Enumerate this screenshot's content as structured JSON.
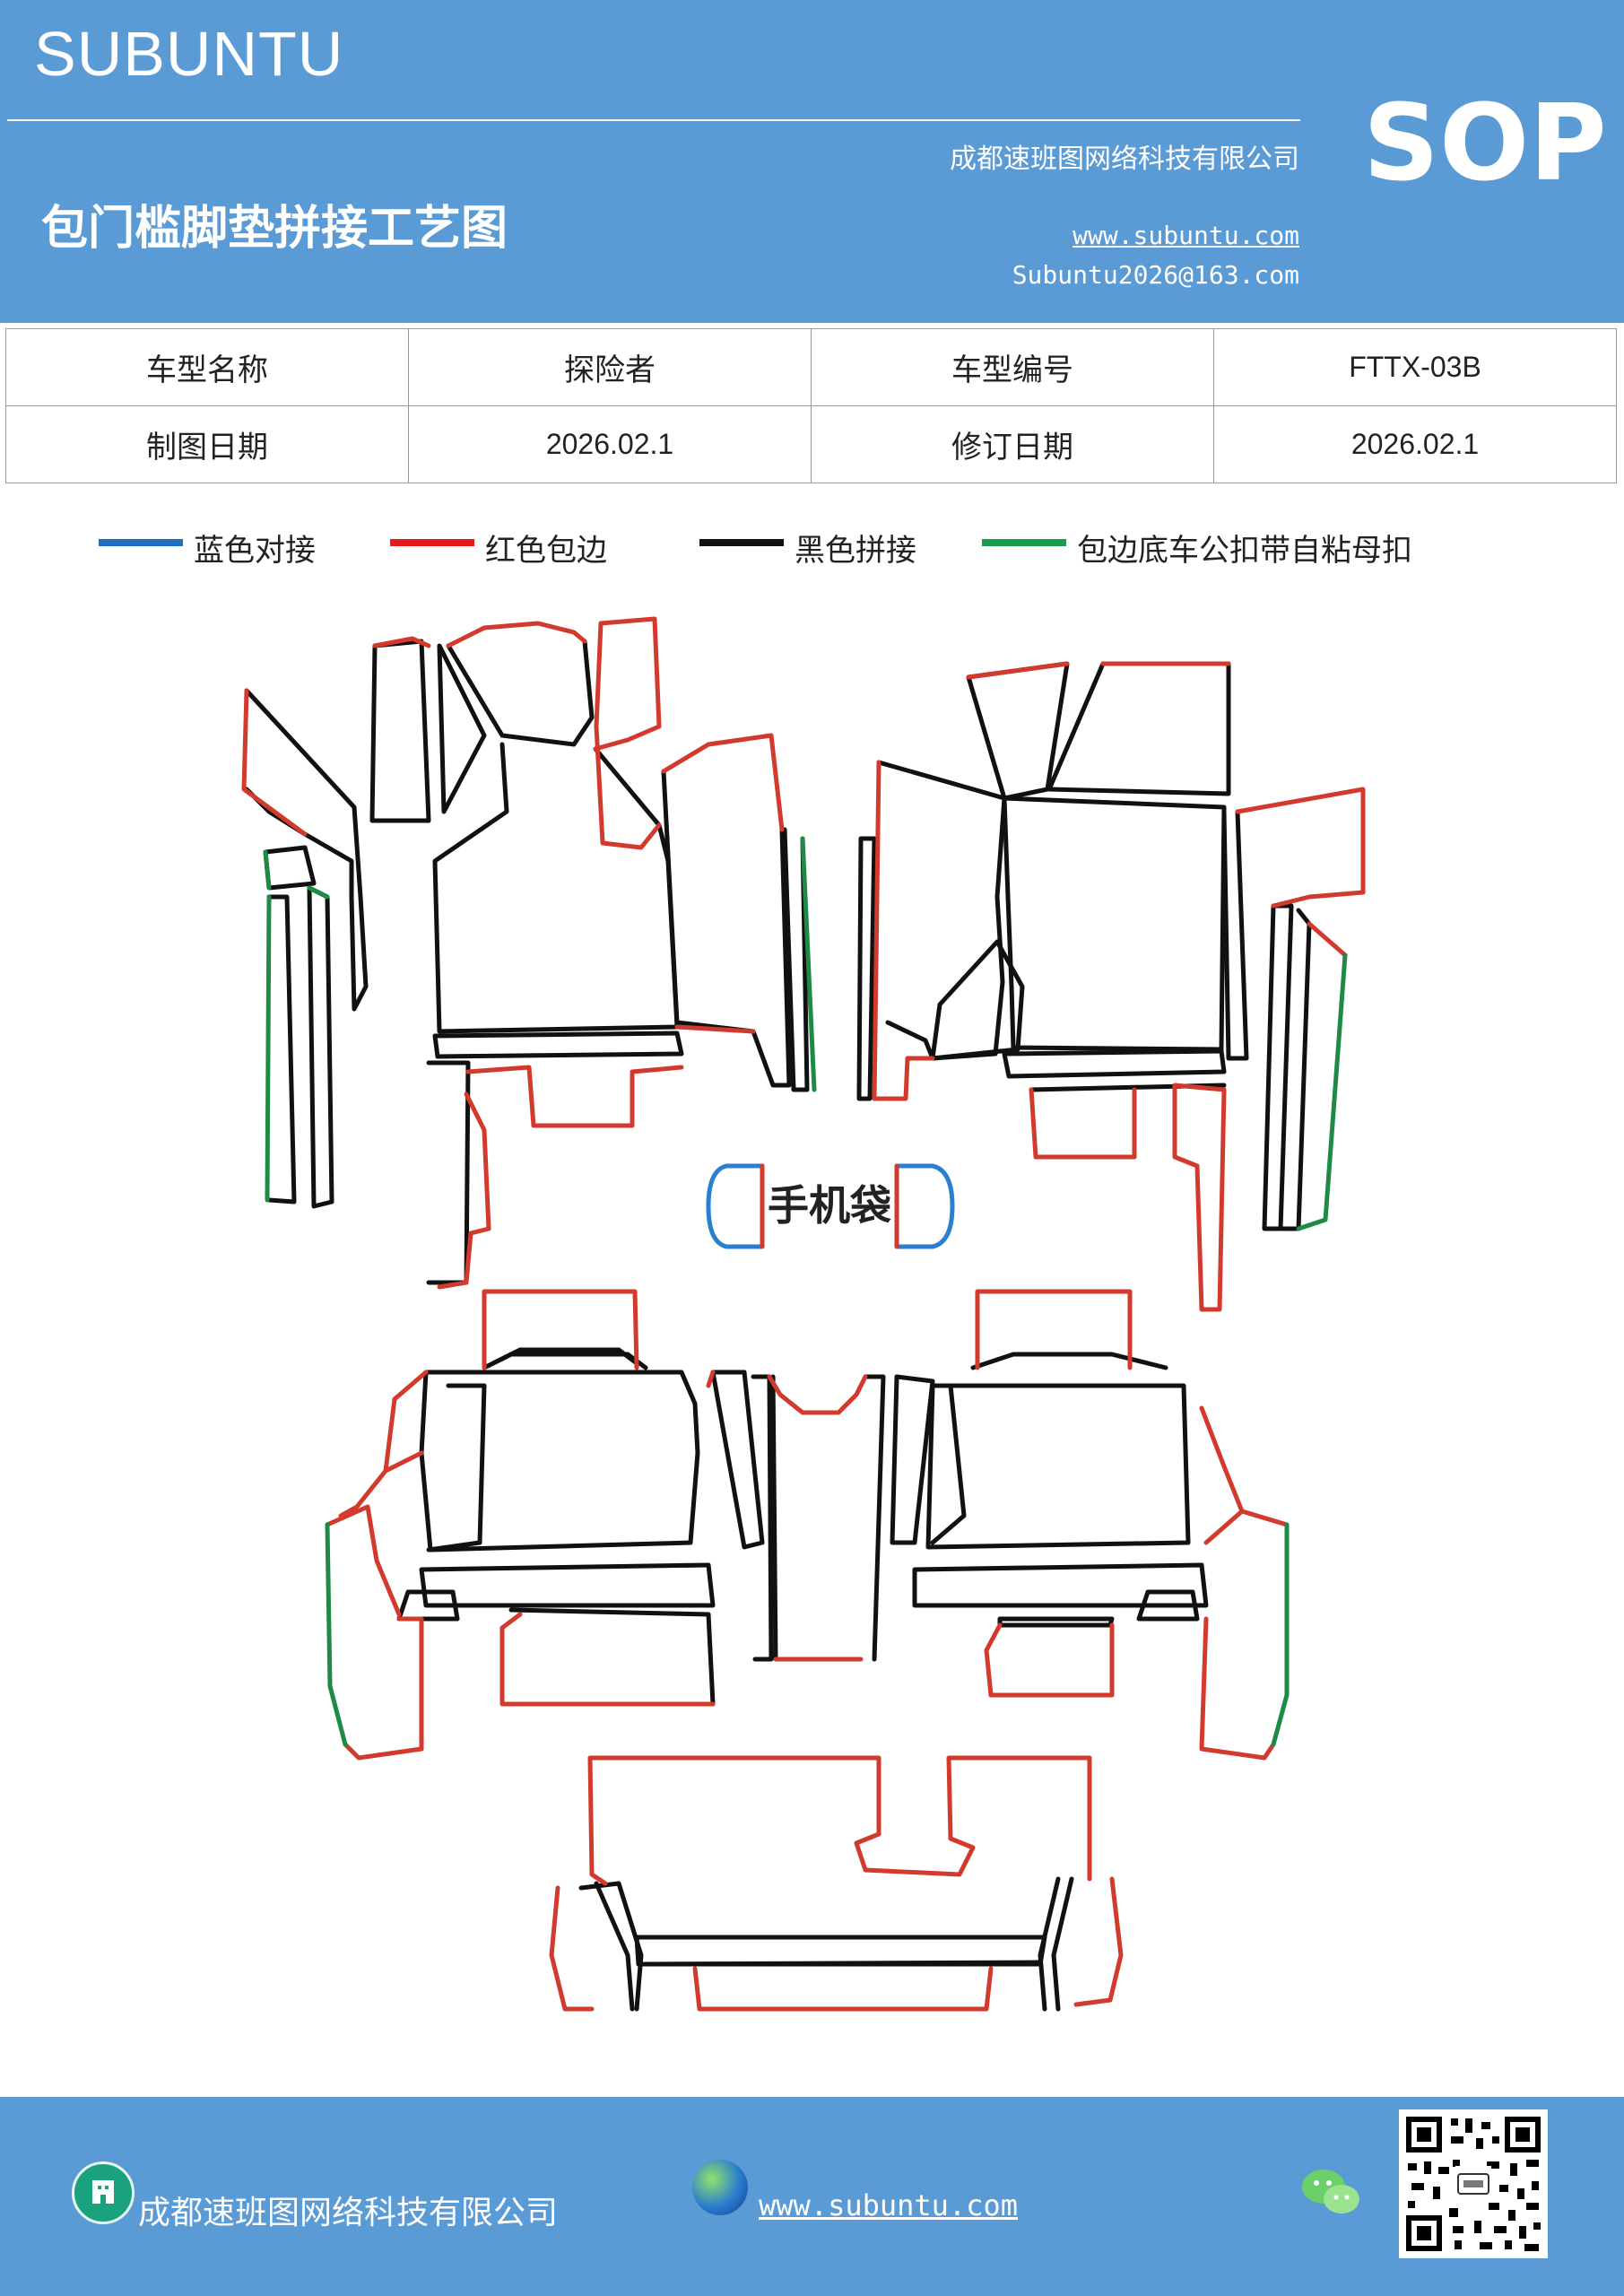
{
  "header": {
    "brand": "SUBUNTU",
    "badge": "SOP",
    "title": "包门槛脚垫拼接工艺图",
    "company": "成都速班图网络科技有限公司",
    "website": "www.subuntu.com",
    "email": "Subuntu2026@163.com"
  },
  "info_table": {
    "model_name_label": "车型名称",
    "model_name_value": "探险者",
    "model_code_label": "车型编号",
    "model_code_value": "FTTX-03B",
    "draw_date_label": "制图日期",
    "draw_date_value": "2026.02.1",
    "revise_date_label": "修订日期",
    "revise_date_value": "2026.02.1"
  },
  "legend": [
    {
      "label": "蓝色对接",
      "color": "#1f6fc1"
    },
    {
      "label": "红色包边",
      "color": "#e21c1c"
    },
    {
      "label": "黑色拼接",
      "color": "#111111"
    },
    {
      "label": "包边底车公扣带自粘母扣",
      "color": "#1a9a4a"
    }
  ],
  "diagram": {
    "phone_pocket_label": "手机袋",
    "colors": {
      "black": "#111111",
      "red": "#d23a2e",
      "green": "#1e8a45",
      "blue": "#2a7fd0"
    }
  },
  "footer": {
    "company": "成都速班图网络科技有限公司",
    "website": "www.subuntu.com"
  }
}
